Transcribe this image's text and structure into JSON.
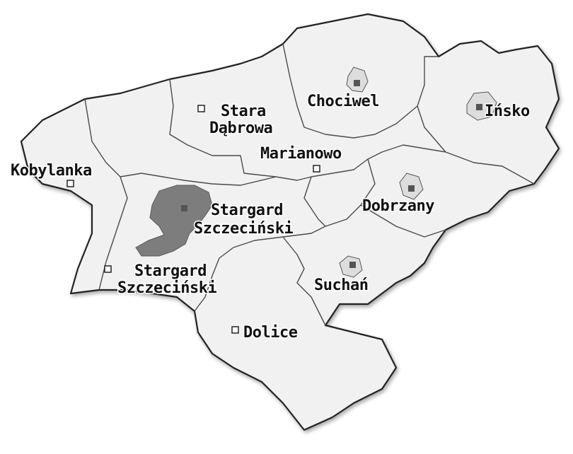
{
  "map": {
    "colors": {
      "land": "#f1f1f1",
      "town": "#7d7d7d",
      "border": "#4a4a4a",
      "marker_urban": "#555555"
    },
    "places": {
      "chociwel": "Chociwel",
      "insko": "Ińsko",
      "stara_dabrowa_1": "Stara",
      "stara_dabrowa_2": "Dąbrowa",
      "marianowo": "Marianowo",
      "kobylanka": "Kobylanka",
      "stargard_city_1": "Stargard",
      "stargard_city_2": "Szczeciński",
      "dobrzany": "Dobrzany",
      "stargard_gmina_1": "Stargard",
      "stargard_gmina_2": "Szczeciński",
      "suchan": "Suchań",
      "dolice": "Dolice"
    },
    "markers": [
      {
        "place": "Chociwel",
        "type": "urban-rural"
      },
      {
        "place": "Ińsko",
        "type": "urban-rural"
      },
      {
        "place": "Stara Dąbrowa",
        "type": "rural"
      },
      {
        "place": "Marianowo",
        "type": "rural"
      },
      {
        "place": "Kobylanka",
        "type": "rural"
      },
      {
        "place": "Stargard Szczeciński",
        "type": "urban"
      },
      {
        "place": "Dobrzany",
        "type": "urban-rural"
      },
      {
        "place": "Stargard Szczeciński",
        "type": "rural"
      },
      {
        "place": "Suchań",
        "type": "urban-rural"
      },
      {
        "place": "Dolice",
        "type": "rural"
      }
    ]
  }
}
